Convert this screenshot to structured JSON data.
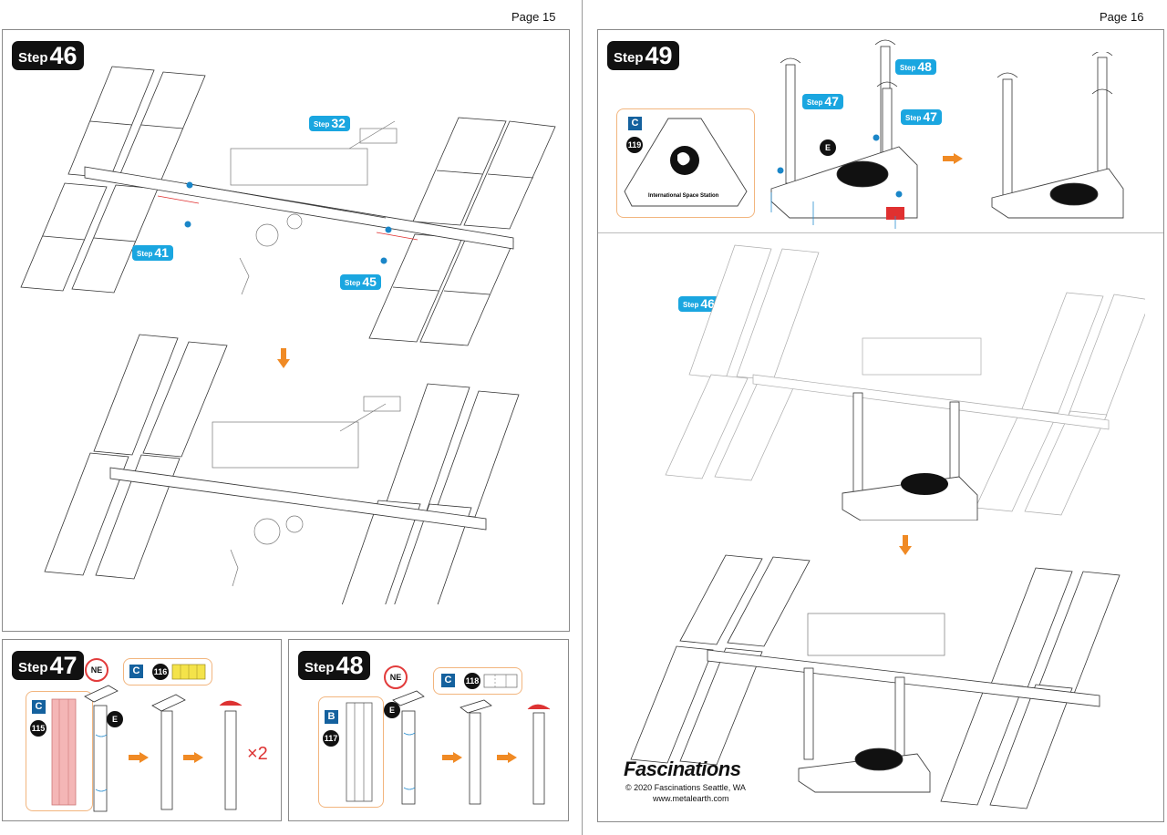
{
  "pages": {
    "left": "Page 15",
    "right": "Page 16"
  },
  "step_word": "Step",
  "steps": {
    "s46": {
      "num": "46",
      "callouts": [
        "32",
        "41",
        "45"
      ]
    },
    "s47": {
      "num": "47",
      "ne": "NE",
      "e": "E",
      "c": "C",
      "part116": "116",
      "part115": "115",
      "multiplier": "×2"
    },
    "s48": {
      "num": "48",
      "ne": "NE",
      "e": "E",
      "c": "C",
      "b": "B",
      "part118": "118",
      "part117": "117"
    },
    "s49": {
      "num": "49",
      "callouts": [
        "48",
        "47",
        "47"
      ],
      "c": "C",
      "part119": "119",
      "e": "E",
      "base_label": "International Space Station"
    },
    "ref46": "46"
  },
  "footer": {
    "brand": "Fascinations",
    "copyright": "© 2020 Fascinations Seattle, WA",
    "url": "www.metalearth.com"
  }
}
